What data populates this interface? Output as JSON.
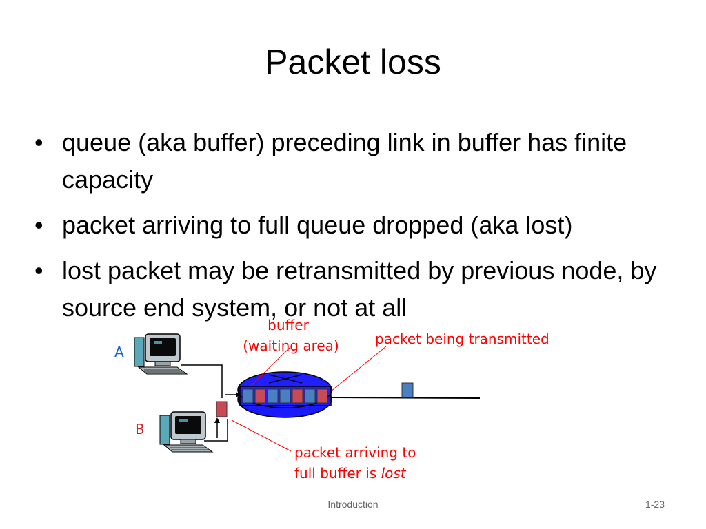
{
  "slide": {
    "title": "Packet loss",
    "bullets": [
      "queue (aka buffer) preceding link in buffer has finite capacity",
      "packet arriving to full queue dropped (aka lost)",
      "lost packet may be retransmitted by previous node, by source end system, or not at all"
    ]
  },
  "diagram": {
    "host_a": "A",
    "host_b": "B",
    "buffer_label_1": "buffer",
    "buffer_label_2": "(waiting area)",
    "transmitting_label": "packet being transmitted",
    "lost_label_1": "packet arriving to",
    "lost_label_2": "full buffer is ",
    "lost_label_emph": "lost"
  },
  "footer": {
    "center": "Introduction",
    "page": "1-23"
  },
  "colors": {
    "blue_packet": "#4a7fc1",
    "red_packet": "#c84a55",
    "router": "#1a1aff",
    "annotation_red": "#ff0000",
    "host_label_blue": "#1a5fd0",
    "host_label_red": "#cc2222"
  }
}
